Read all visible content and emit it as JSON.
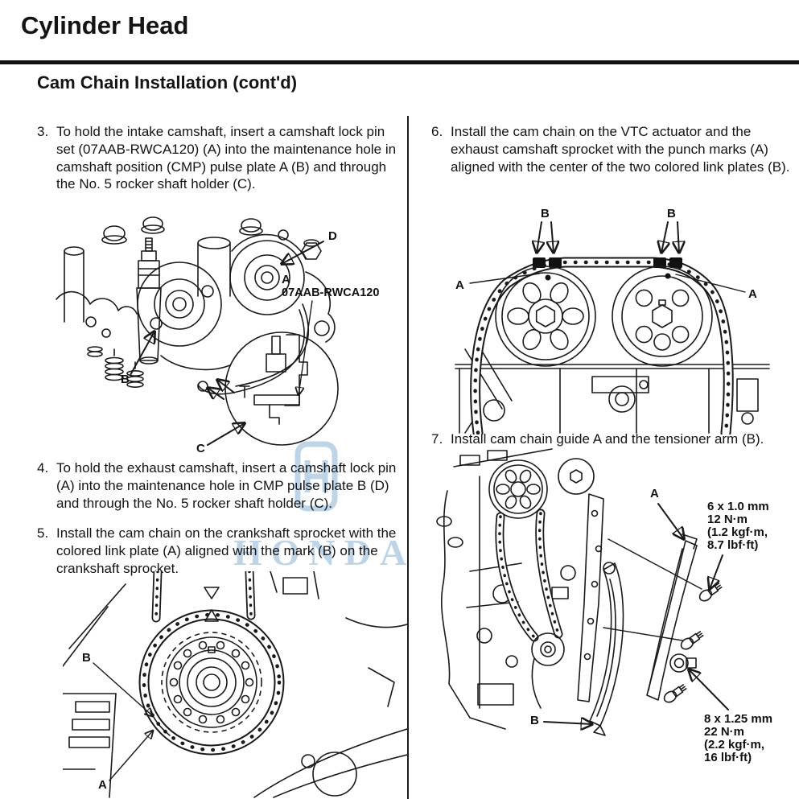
{
  "page": {
    "title": "Cylinder Head",
    "subtitle": "Cam Chain Installation (cont'd)",
    "watermark_text": "HONDA",
    "watermark_color": "#accbe3",
    "ink_color": "#1a1a1a"
  },
  "steps": {
    "s3": {
      "num": "3.",
      "text": "To hold the intake camshaft, insert a camshaft lock pin set (07AAB-RWCA120) (A) into the maintenance hole in camshaft position (CMP) pulse plate A (B) and through the No. 5 rocker shaft holder (C)."
    },
    "s4": {
      "num": "4.",
      "text": "To hold the exhaust camshaft, insert a camshaft lock pin (A) into the maintenance hole in CMP pulse plate B (D) and through the No. 5 rocker shaft holder (C)."
    },
    "s5": {
      "num": "5.",
      "text": "Install the cam chain on the crankshaft sprocket with the colored link plate (A) aligned with the mark (B) on the crankshaft sprocket."
    },
    "s6": {
      "num": "6.",
      "text": "Install the cam chain on the VTC actuator and the exhaust camshaft sprocket with the punch marks (A) aligned with the center of the two colored link plates (B)."
    },
    "s7": {
      "num": "7.",
      "text": "Install cam chain guide A and the tensioner arm (B)."
    }
  },
  "d1": {
    "a": "A",
    "b": "B",
    "c": "C",
    "d": "D",
    "part": "07AAB-RWCA120"
  },
  "d2": {
    "a_left": "A",
    "a_right": "A",
    "b_left": "B",
    "b_right": "B"
  },
  "d3": {
    "a": "A",
    "b": "B"
  },
  "d4": {
    "a": "A",
    "b": "B",
    "torque_small": {
      "l1": "6 x 1.0 mm",
      "l2": "12 N·m",
      "l3": "(1.2 kgf·m,",
      "l4": "8.7 lbf·ft)"
    },
    "torque_large": {
      "l1": "8 x 1.25 mm",
      "l2": "22 N·m",
      "l3": "(2.2 kgf·m,",
      "l4": "16 lbf·ft)"
    }
  }
}
